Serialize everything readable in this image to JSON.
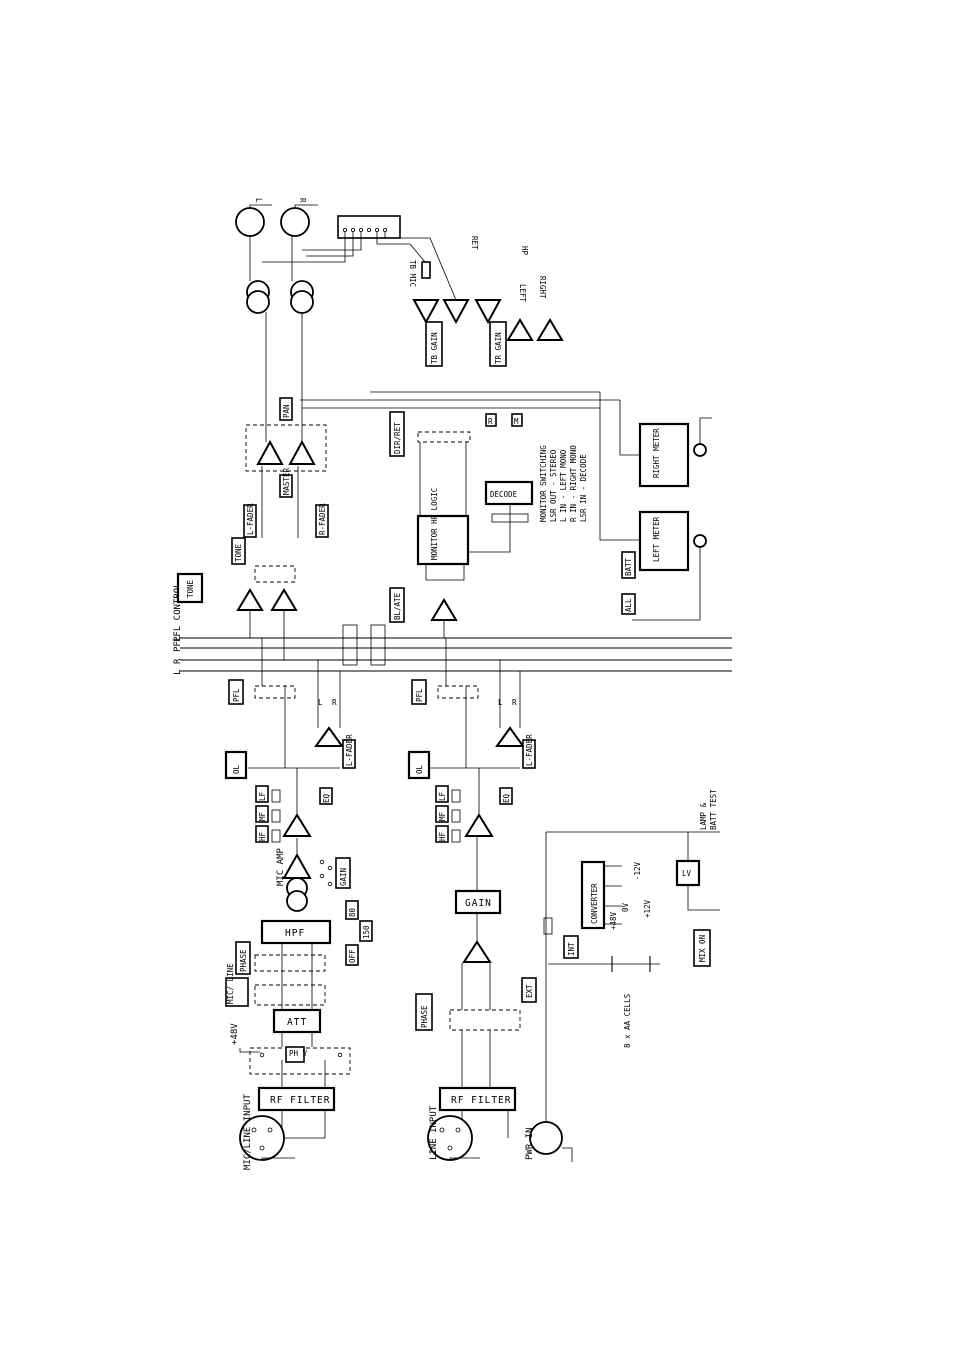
{
  "inputs": {
    "mic_line_input": "MIC/LINE INPUT",
    "line_input": "LINE INPUT",
    "pwr_in": "PWR IN"
  },
  "blocks": {
    "rf_filter": "RF FILTER",
    "att": "ATT",
    "hpf": "HPF",
    "gain": "GAIN",
    "mic_amp": "MIC AMP",
    "tone": "TONE",
    "monitor_logic": "MONITOR HP LOGIC",
    "decode": "DECODE",
    "left_meter": "LEFT METER",
    "right_meter": "RIGHT METER",
    "converter": "CONVERTER",
    "lv": "LV"
  },
  "switches": {
    "phase": "PHASE",
    "mic_line": "MIC/ LINE",
    "ph_v": "PH V",
    "lo_80": "80",
    "lo_150": "150",
    "off": "OFF",
    "gain_sw": "GAIN",
    "eq": "EQ",
    "hf": "HF",
    "mf": "MF",
    "lf": "LF",
    "ol": "OL",
    "pfl": "PFL",
    "l_fader": "L-FADER",
    "r_fader": "R-FADER",
    "pan": "PAN",
    "tb_gain": "TB GAIN",
    "tr_gain": "TR GAIN",
    "dir_ret": "DIR/RET",
    "bl_ate": "BL/ATE",
    "batt": "BATT",
    "all": "ALL",
    "int": "INT",
    "ext": "EXT",
    "mix_on": "MIX ON",
    "hp_r": "R",
    "hp_m": "M",
    "master": "MASTER"
  },
  "buses": [
    "PFL CONTROL",
    "PFL",
    "R",
    "L"
  ],
  "labels": {
    "plus48v": "+48V",
    "tb_mic": "TB MIC",
    "ret": "RET",
    "hp": "HP",
    "left_out": "LEFT",
    "right_out": "RIGHT",
    "out_l": "L",
    "out_r": "R",
    "lamp": "LAMP &",
    "batt_test": "BATT TEST",
    "cells": "8 x AA CELLS",
    "v_minus12": "-12V",
    "v_0": "0V",
    "v_plus12": "+12V",
    "v_plus48": "+48V",
    "sw_l": "L",
    "sw_r": "R"
  },
  "monitor_switching": [
    "MONITOR SWITCHING",
    "LSR OUT - STEREO",
    "L IN - LEFT MONO",
    "R IN - RIGHT MONO",
    "LSR IN - DECODE"
  ]
}
